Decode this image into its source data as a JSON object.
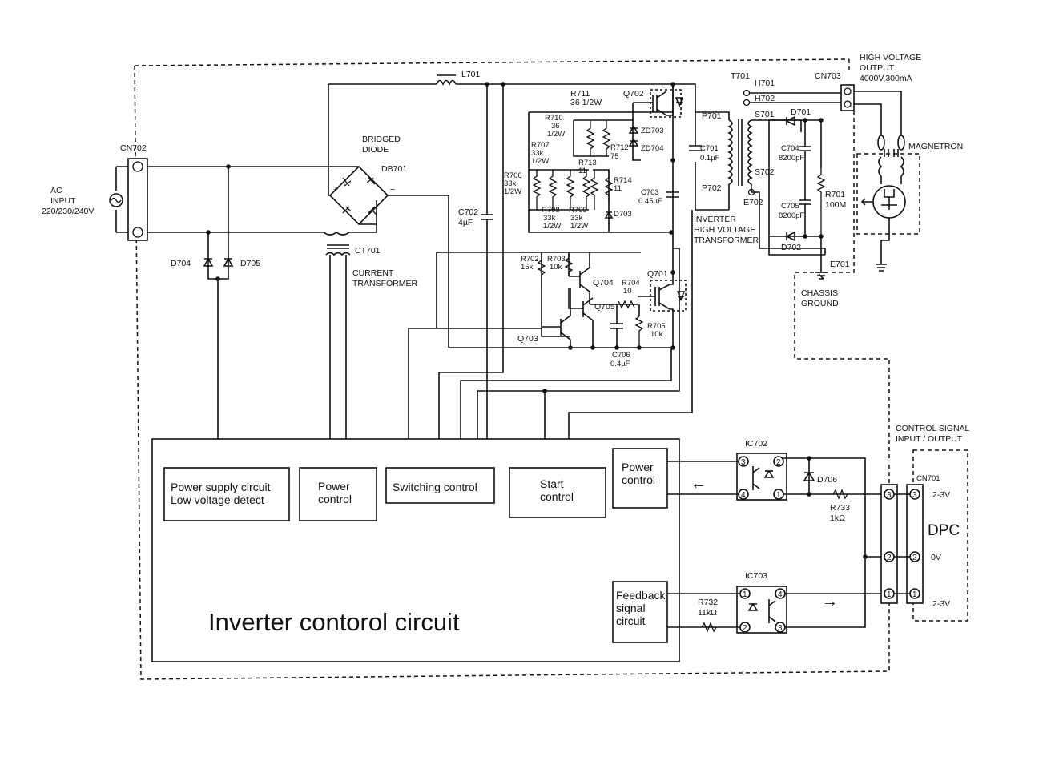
{
  "labels": {
    "ac_input": [
      "AC",
      "INPUT",
      "220/230/240V"
    ],
    "cn702": "CN702",
    "d704": "D704",
    "d705": "D705",
    "ct701": "CT701",
    "current_transformer": [
      "CURRENT",
      "TRANSFORMER"
    ],
    "bridged_diode": [
      "BRIDGED",
      "DIODE"
    ],
    "db701": "DB701",
    "l701": "L701",
    "c702": [
      "C702",
      "4µF"
    ],
    "r711": [
      "R711",
      "36 1/2W"
    ],
    "r710": [
      "R710",
      "36",
      "1/2W"
    ],
    "r707": [
      "R707",
      "33k",
      "1/2W"
    ],
    "r706": [
      "R706",
      "33k",
      "1/2W"
    ],
    "r708": [
      "R708",
      "33k",
      "1/2W"
    ],
    "r709": [
      "R709",
      "33k",
      "1/2W"
    ],
    "r712": [
      "R712",
      "75"
    ],
    "r713": [
      "R713",
      "11"
    ],
    "r714": [
      "R714",
      "11"
    ],
    "d703": "D703",
    "q702": "Q702",
    "zd703": "ZD703",
    "zd704": "ZD704",
    "c701": [
      "C701",
      "0.1µF"
    ],
    "c703": [
      "C703",
      "0.45µF"
    ],
    "t701": "T701",
    "p701": "P701",
    "p702": "P702",
    "h701": "H701",
    "h702": "H702",
    "s701": "S701",
    "s702": "S702",
    "e702": "E702",
    "e701": "E701",
    "d701": "D701",
    "d702": "D702",
    "c704": [
      "C704",
      "8200pF"
    ],
    "c705": [
      "C705",
      "8200pF"
    ],
    "r701": [
      "R701",
      "100M"
    ],
    "cn703": "CN703",
    "hv_output": [
      "HIGH VOLTAGE",
      "OUTPUT",
      "4000V,300mA"
    ],
    "magnetron": "MAGNETRON",
    "inverter_transformer": [
      "INVERTER",
      "HIGH VOLTAGE",
      "TRANSFORMER"
    ],
    "chassis_ground": [
      "CHASSIS",
      "GROUND"
    ],
    "r702": [
      "R702",
      "15k"
    ],
    "r703": [
      "R703",
      "10k"
    ],
    "q704": "Q704",
    "q705": "Q705",
    "q703": "Q703",
    "r704": [
      "R704",
      "10"
    ],
    "q701": "Q701",
    "r705": [
      "R705",
      "10k"
    ],
    "c706": [
      "C706",
      "0.4µF"
    ],
    "ic702": "IC702",
    "ic703": "IC703",
    "d706": "D706",
    "r733": [
      "R733",
      "1kΩ"
    ],
    "r732": [
      "R732",
      "11kΩ"
    ],
    "control_signal": [
      "CONTROL SIGNAL",
      "INPUT / OUTPUT"
    ],
    "cn701": "CN701",
    "dpc": "DPC",
    "v_2_3_top": "2-3V",
    "v_0": "0V",
    "v_2_3_bottom": "2-3V",
    "pin_numbers": [
      "3",
      "2",
      "1"
    ]
  },
  "blocks": {
    "inverter_control": "Inverter contorol circuit",
    "power_supply": [
      "Power supply circuit",
      "Low voltage detect"
    ],
    "power_control_left": [
      "Power",
      "control"
    ],
    "switching_control": "Switching control",
    "start_control": [
      "Start",
      "control"
    ],
    "power_control_right": [
      "Power",
      "control"
    ],
    "feedback": [
      "Feedback",
      "signal",
      "circuit"
    ]
  },
  "ic_pins": {
    "ic702": [
      "3",
      "4",
      "2",
      "1"
    ],
    "ic703": [
      "1",
      "2",
      "4",
      "3"
    ]
  },
  "arrows": {
    "left": "←",
    "right": "→"
  }
}
